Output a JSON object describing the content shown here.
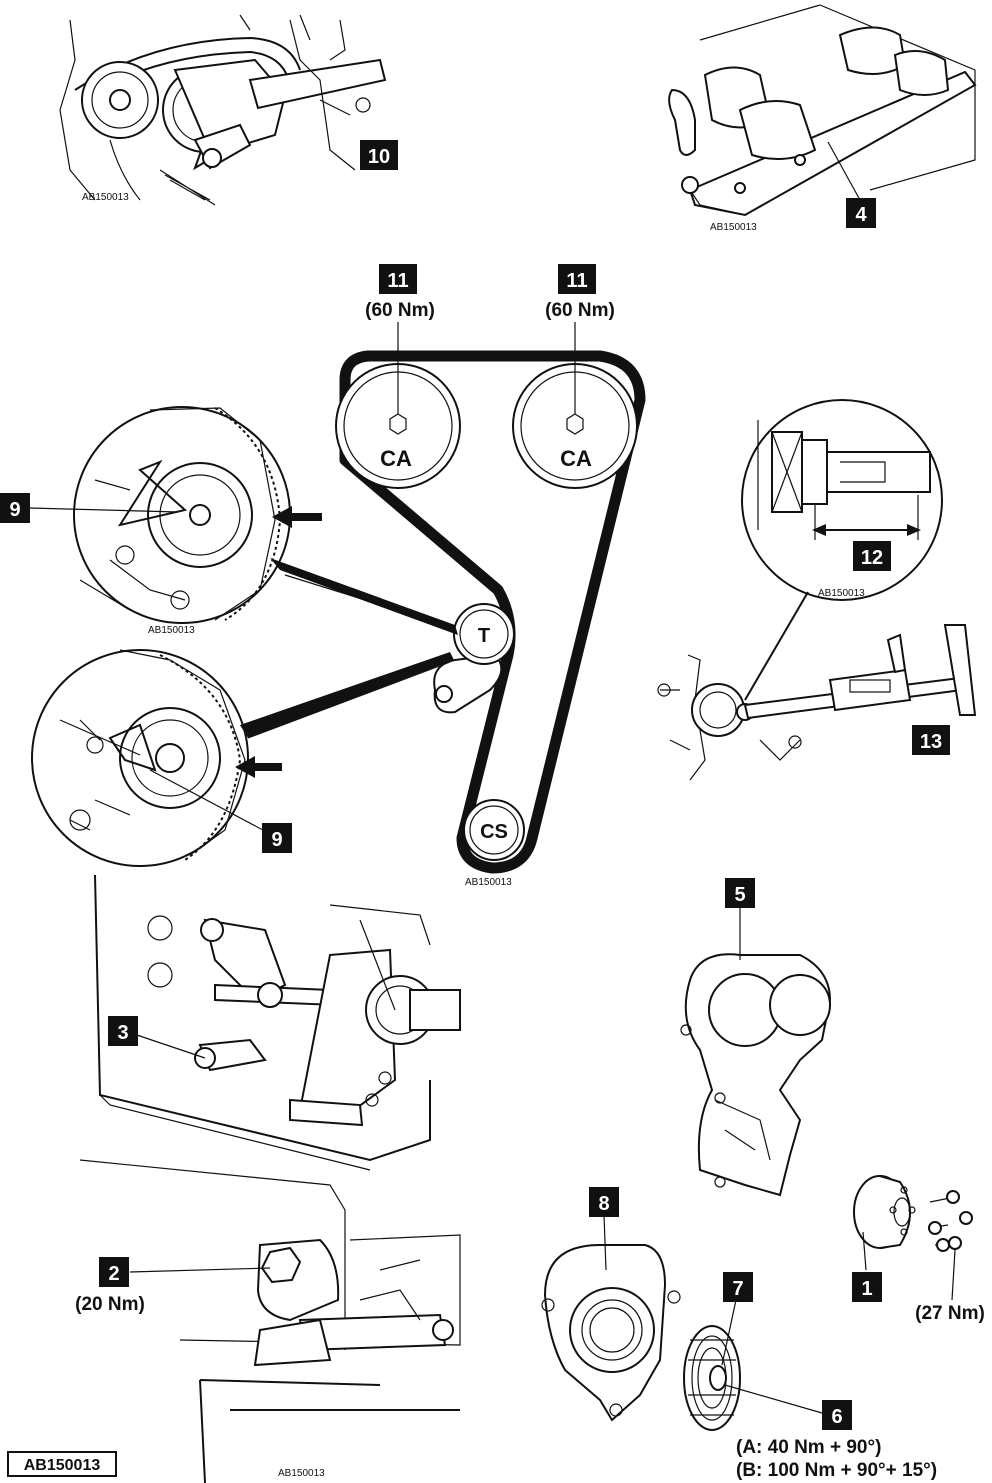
{
  "reference_code": "AB150013",
  "boxed_reference": "AB150013",
  "badges": {
    "b10": "10",
    "b4": "4",
    "b11_left": "11",
    "b11_right": "11",
    "b9_top": "9",
    "b9_bottom": "9",
    "b12": "12",
    "b13": "13",
    "b5": "5",
    "b3": "3",
    "b2": "2",
    "b8": "8",
    "b7": "7",
    "b1": "1",
    "b6": "6"
  },
  "torques": {
    "camshaft_left": "(60 Nm)",
    "camshaft_right": "(60 Nm)",
    "item2": "(20 Nm)",
    "item1": "(27 Nm)",
    "item6_a": "(A: 40 Nm + 90°)",
    "item6_b": "(B: 100 Nm + 90°+ 15°)"
  },
  "pulleys": {
    "cam_left": "CA",
    "cam_right": "CA",
    "tensioner": "T",
    "crankshaft": "CS"
  }
}
